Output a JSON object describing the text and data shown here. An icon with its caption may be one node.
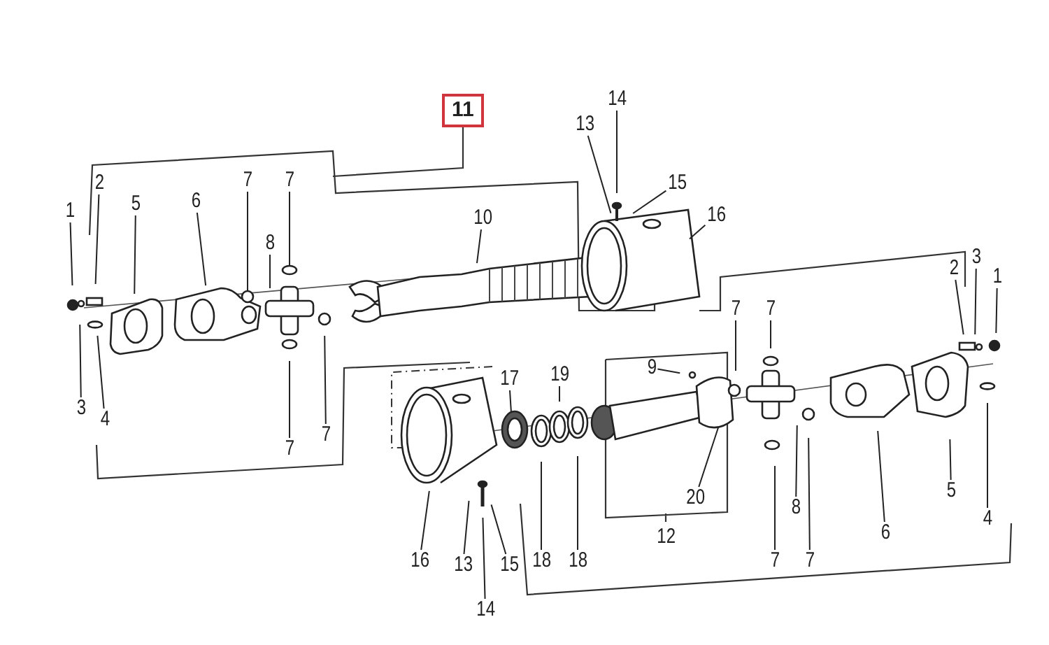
{
  "diagram": {
    "nodes": [
      {
        "text": [
          "1"
        ]
      },
      {
        "text": [
          "2"
        ]
      },
      {
        "text": [
          "3"
        ]
      },
      {
        "text": [
          "4"
        ]
      },
      {
        "text": [
          "5"
        ]
      },
      {
        "text": [
          "6"
        ]
      },
      {
        "text": [
          "7"
        ]
      },
      {
        "text": [
          "7"
        ]
      },
      {
        "text": [
          "8"
        ]
      },
      {
        "text": [
          "7"
        ]
      },
      {
        "text": [
          "7"
        ]
      },
      {
        "text": [
          "10"
        ]
      },
      {
        "text": [
          "11"
        ]
      },
      {
        "text": [
          "13"
        ]
      },
      {
        "text": [
          "14"
        ]
      },
      {
        "text": [
          "15"
        ]
      },
      {
        "text": [
          "16"
        ]
      },
      {
        "text": [
          "2"
        ]
      },
      {
        "text": [
          "3"
        ]
      },
      {
        "text": [
          "1"
        ]
      },
      {
        "text": [
          "7"
        ]
      },
      {
        "text": [
          "7"
        ]
      },
      {
        "text": [
          "9"
        ]
      },
      {
        "text": [
          "17"
        ]
      },
      {
        "text": [
          "19"
        ]
      },
      {
        "text": [
          "16"
        ]
      },
      {
        "text": [
          "13"
        ]
      },
      {
        "text": [
          "14"
        ]
      },
      {
        "text": [
          "15"
        ]
      },
      {
        "text": [
          "18"
        ]
      },
      {
        "text": [
          "18"
        ]
      },
      {
        "text": [
          "20"
        ]
      },
      {
        "text": [
          "7"
        ]
      },
      {
        "text": [
          "7"
        ]
      },
      {
        "text": [
          "8"
        ]
      },
      {
        "text": [
          "6"
        ]
      },
      {
        "text": [
          "5"
        ]
      },
      {
        "text": [
          "4"
        ]
      },
      {
        "text": [],
        "shape": "circle"
      },
      {
        "text": [],
        "shape": "circle"
      }
    ],
    "edges": [
      {
        "from": 0,
        "to": null,
        "arrow": "none"
      },
      {
        "from": 1,
        "to": null,
        "arrow": "none"
      },
      {
        "from": 2,
        "to": null,
        "arrow": "none"
      },
      {
        "from": 3,
        "to": null,
        "arrow": "none"
      },
      {
        "from": 4,
        "to": null,
        "arrow": "none"
      },
      {
        "from": 5,
        "to": null,
        "arrow": "none"
      },
      {
        "from": 6,
        "to": 38,
        "arrow": "none"
      },
      {
        "from": 7,
        "to": 39,
        "arrow": "none"
      },
      {
        "from": 8,
        "to": null,
        "arrow": "none"
      },
      {
        "from": 9,
        "to": null,
        "arrow": "none"
      },
      {
        "from": 10,
        "to": null,
        "arrow": "none"
      },
      {
        "from": 11,
        "to": null,
        "arrow": "none"
      },
      {
        "from": 13,
        "to": null,
        "arrow": "none"
      },
      {
        "from": 14,
        "to": null,
        "arrow": "none"
      },
      {
        "from": 15,
        "to": null,
        "arrow": "none"
      },
      {
        "from": 16,
        "to": null,
        "arrow": "none"
      },
      {
        "from": 17,
        "to": null,
        "arrow": "none"
      },
      {
        "from": 18,
        "to": null,
        "arrow": "none"
      },
      {
        "from": 19,
        "to": null,
        "arrow": "none"
      },
      {
        "from": 20,
        "to": null,
        "arrow": "none"
      },
      {
        "from": 21,
        "to": null,
        "arrow": "none"
      },
      {
        "from": 22,
        "to": null,
        "arrow": "none"
      },
      {
        "from": 23,
        "to": null,
        "arrow": "none"
      },
      {
        "from": 24,
        "to": null,
        "arrow": "none"
      },
      {
        "from": 25,
        "to": null,
        "arrow": "none"
      },
      {
        "from": 26,
        "to": null,
        "arrow": "none"
      },
      {
        "from": 27,
        "to": null,
        "arrow": "none"
      },
      {
        "from": 28,
        "to": null,
        "arrow": "none"
      },
      {
        "from": 29,
        "to": null,
        "arrow": "none"
      },
      {
        "from": 30,
        "to": null,
        "arrow": "none"
      },
      {
        "from": 31,
        "to": null,
        "arrow": "none"
      },
      {
        "from": 32,
        "to": null,
        "arrow": "none"
      },
      {
        "from": 33,
        "to": null,
        "arrow": "none"
      },
      {
        "from": 34,
        "to": null,
        "arrow": "none"
      },
      {
        "from": 35,
        "to": null,
        "arrow": "none"
      },
      {
        "from": 36,
        "to": null,
        "arrow": "none"
      },
      {
        "from": 37,
        "to": null,
        "arrow": "none"
      }
    ],
    "labels": [
      "12"
    ]
  }
}
